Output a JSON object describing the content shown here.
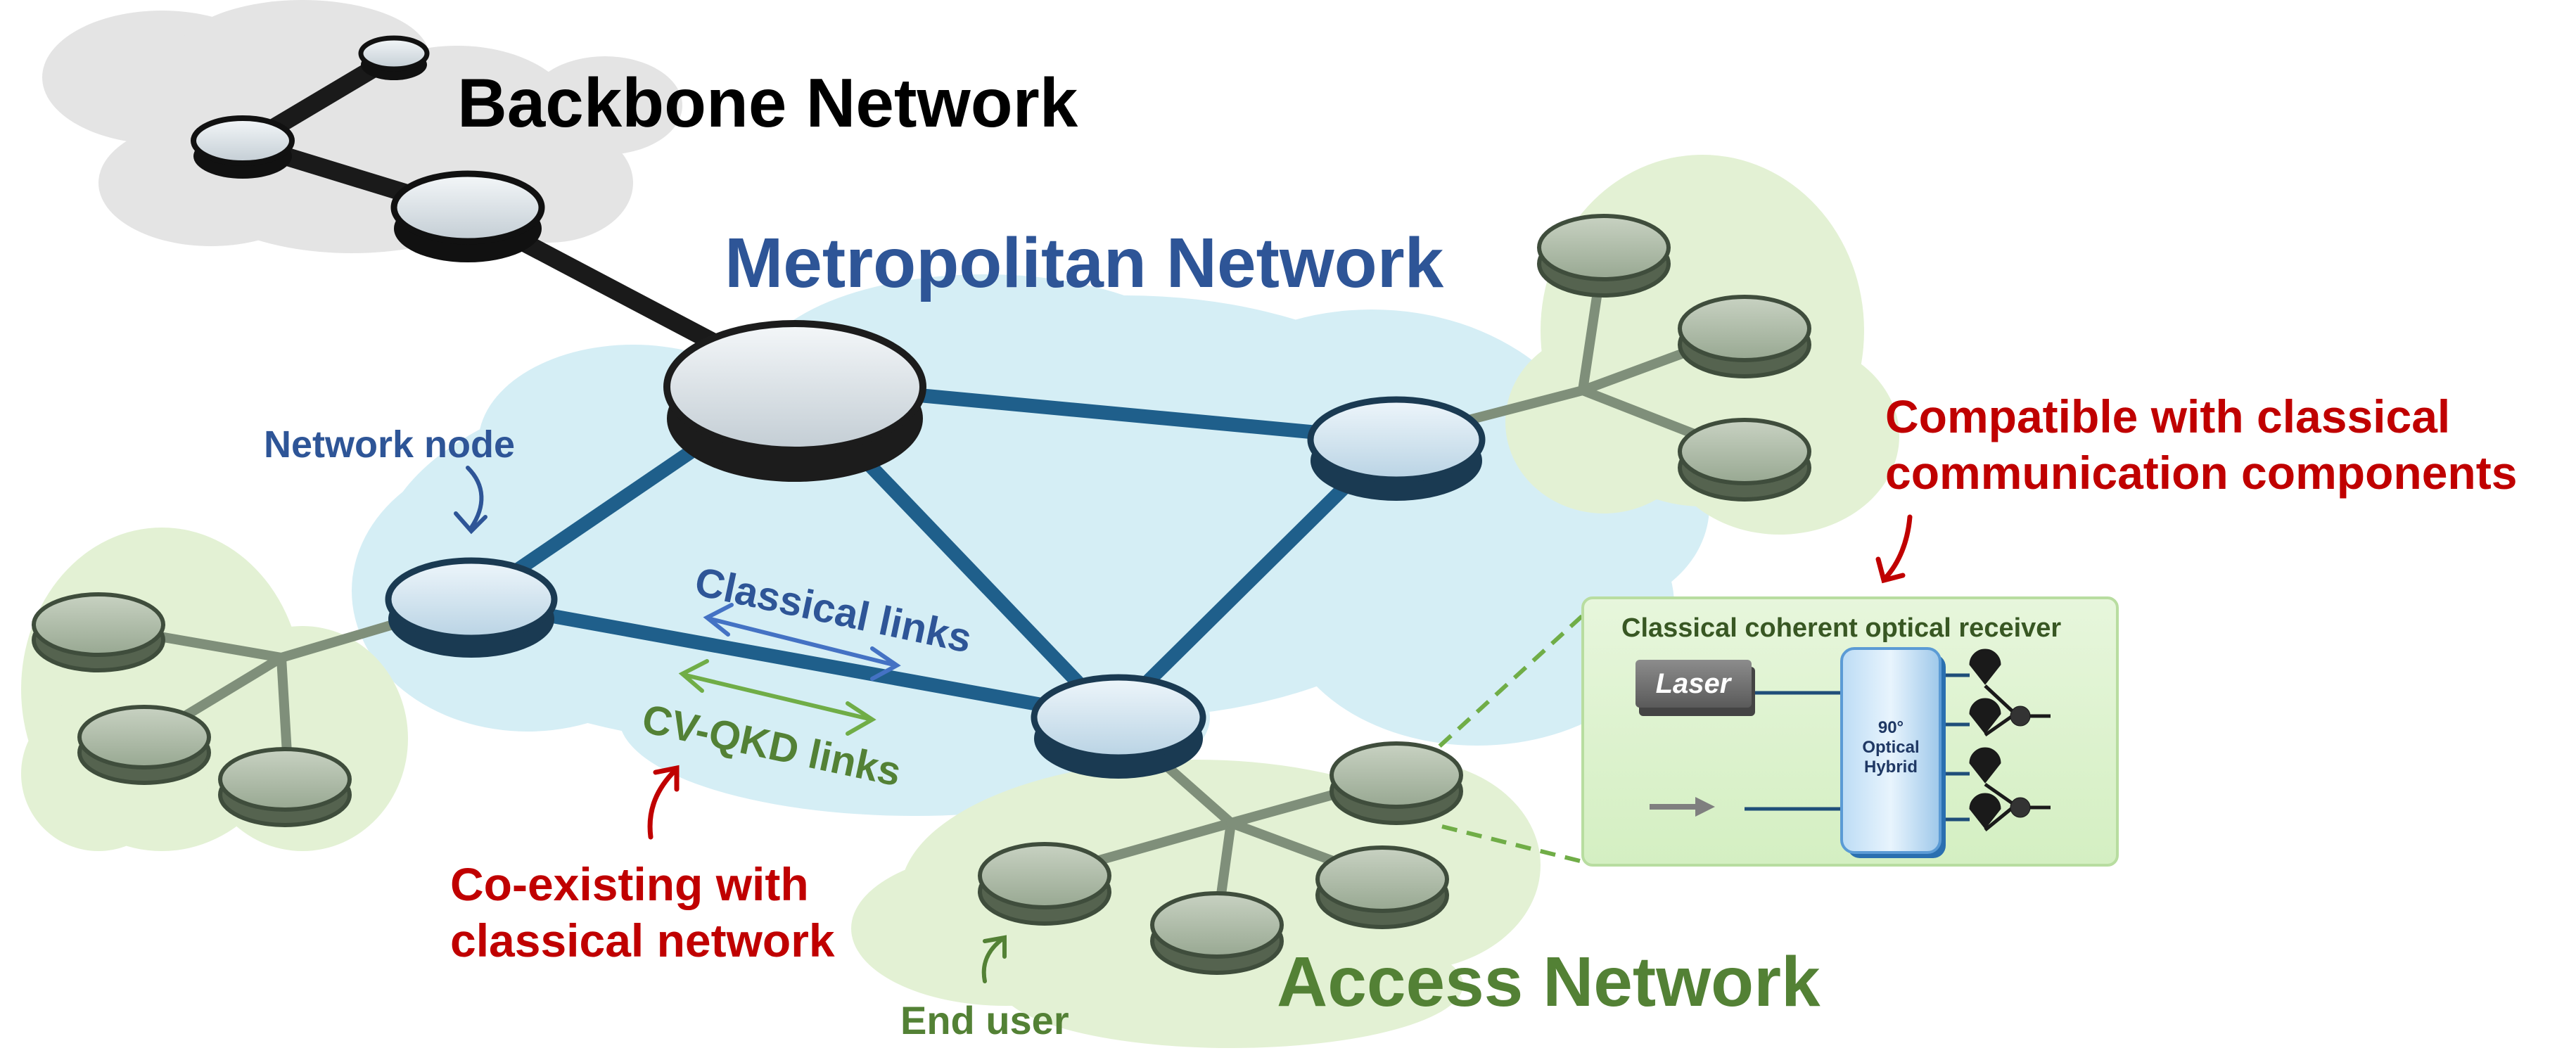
{
  "labels": {
    "backbone": "Backbone Network",
    "metro": "Metropolitan Network",
    "access": "Access Network",
    "network_node": "Network node",
    "classical_links": "Classical links",
    "cvqkd_links": "CV-QKD links",
    "coexist_line1": "Co-existing with",
    "coexist_line2": "classical network",
    "end_user": "End user",
    "compat_line1": "Compatible  with classical",
    "compat_line2": "communication components",
    "receiver_title": "Classical coherent optical receiver",
    "laser": "Laser",
    "hybrid_line1": "90°",
    "hybrid_line2": "Optical",
    "hybrid_line3": "Hybrid"
  },
  "colors": {
    "backbone_text": "#000000",
    "metro_text": "#2e5597",
    "access_text": "#538135",
    "annotation_red": "#c00000",
    "classical_arrow": "#4472c4",
    "cvqkd_arrow": "#70ad47",
    "metro_link": "#1f5f8b",
    "access_link": "#7f8f7a"
  }
}
